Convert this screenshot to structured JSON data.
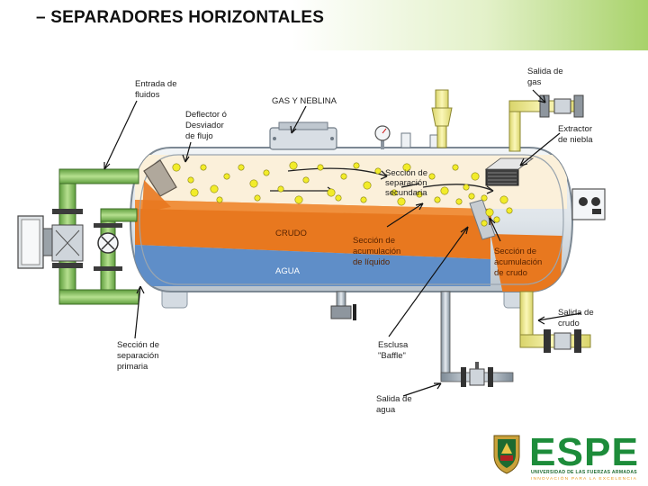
{
  "slide": {
    "title": "– SEPARADORES HORIZONTALES"
  },
  "labels": {
    "entrada": [
      "Entrada de",
      "fluidos"
    ],
    "deflector": [
      "Deflector ó",
      "Desviador",
      "de flujo"
    ],
    "gas_neblina": "GAS Y NEBLINA",
    "salida_gas": [
      "Salida de",
      "gas"
    ],
    "extractor": [
      "Extractor",
      "de niebla"
    ],
    "seccion_secundaria": [
      "Sección de",
      "separación",
      "secundaria"
    ],
    "crudo": "CRUDO",
    "agua": "AGUA",
    "acum_liquido": [
      "Sección de",
      "acumulación",
      "de líquido"
    ],
    "acum_crudo": [
      "Sección de",
      "acumulación",
      "de crudo"
    ],
    "salida_crudo": [
      "Salida de",
      "crudo"
    ],
    "seccion_primaria": [
      "Sección de",
      "separación",
      "primaria"
    ],
    "esclusa": [
      "Esclusa",
      "\"Baffle\""
    ],
    "salida_agua": [
      "Salida de",
      "agua"
    ]
  },
  "logo": {
    "name": "ESPE",
    "line1": "UNIVERSIDAD DE LAS FUERZAS ARMADAS",
    "line2": "INNOVACIÓN PARA LA EXCELENCIA"
  },
  "colors": {
    "gas_zone": "#fbf0da",
    "crude": "#e8781f",
    "water": "#5f8ec8",
    "vessel_shell": "#dfe5ea",
    "pipe": "#8fc96a",
    "bubble": "#f2ec2a"
  }
}
